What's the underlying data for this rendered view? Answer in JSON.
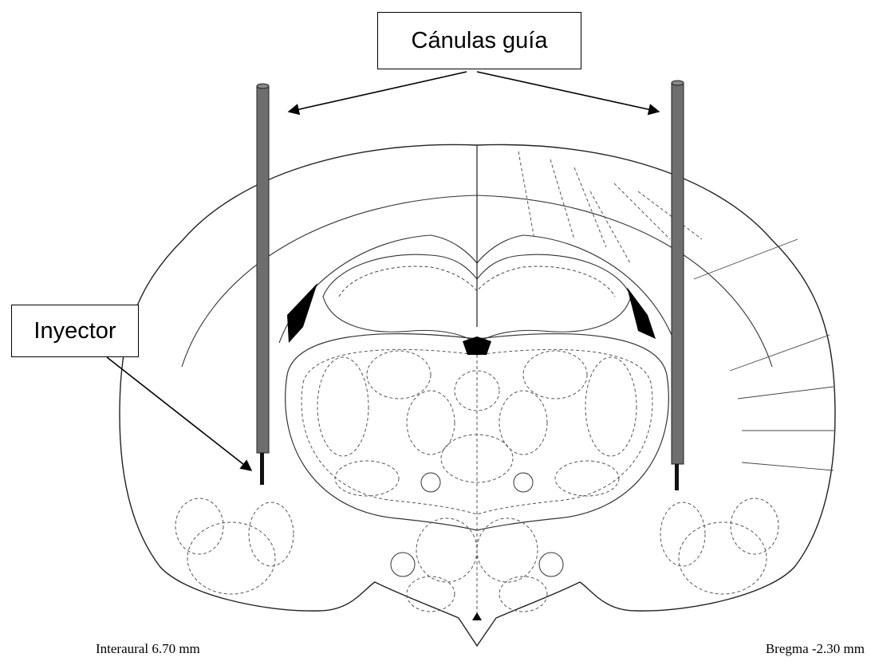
{
  "labels": {
    "guide_cannulas": "Cánulas guía",
    "injector": "Inyector"
  },
  "coordinates": {
    "interaural": "Interaural 6.70 mm",
    "bregma": "Bregma -2.30 mm"
  },
  "colors": {
    "outline": "#222222",
    "cannula_fill": "#6e6e6e",
    "ventricle_fill": "#000000"
  }
}
